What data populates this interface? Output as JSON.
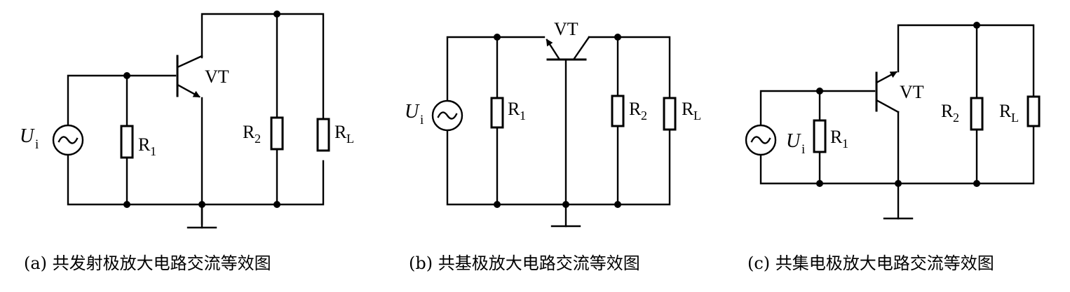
{
  "labels": {
    "transistor": "VT",
    "source_main": "U",
    "source_sub": "i",
    "r_main": "R",
    "r1_sub": "1",
    "r2_sub": "2",
    "rl_sub": "L"
  },
  "captions": {
    "a": "(a) 共发射极放大电路交流等效图",
    "b": "(b) 共基极放大电路交流等效图",
    "c": "(c) 共集电极放大电路交流等效图"
  }
}
